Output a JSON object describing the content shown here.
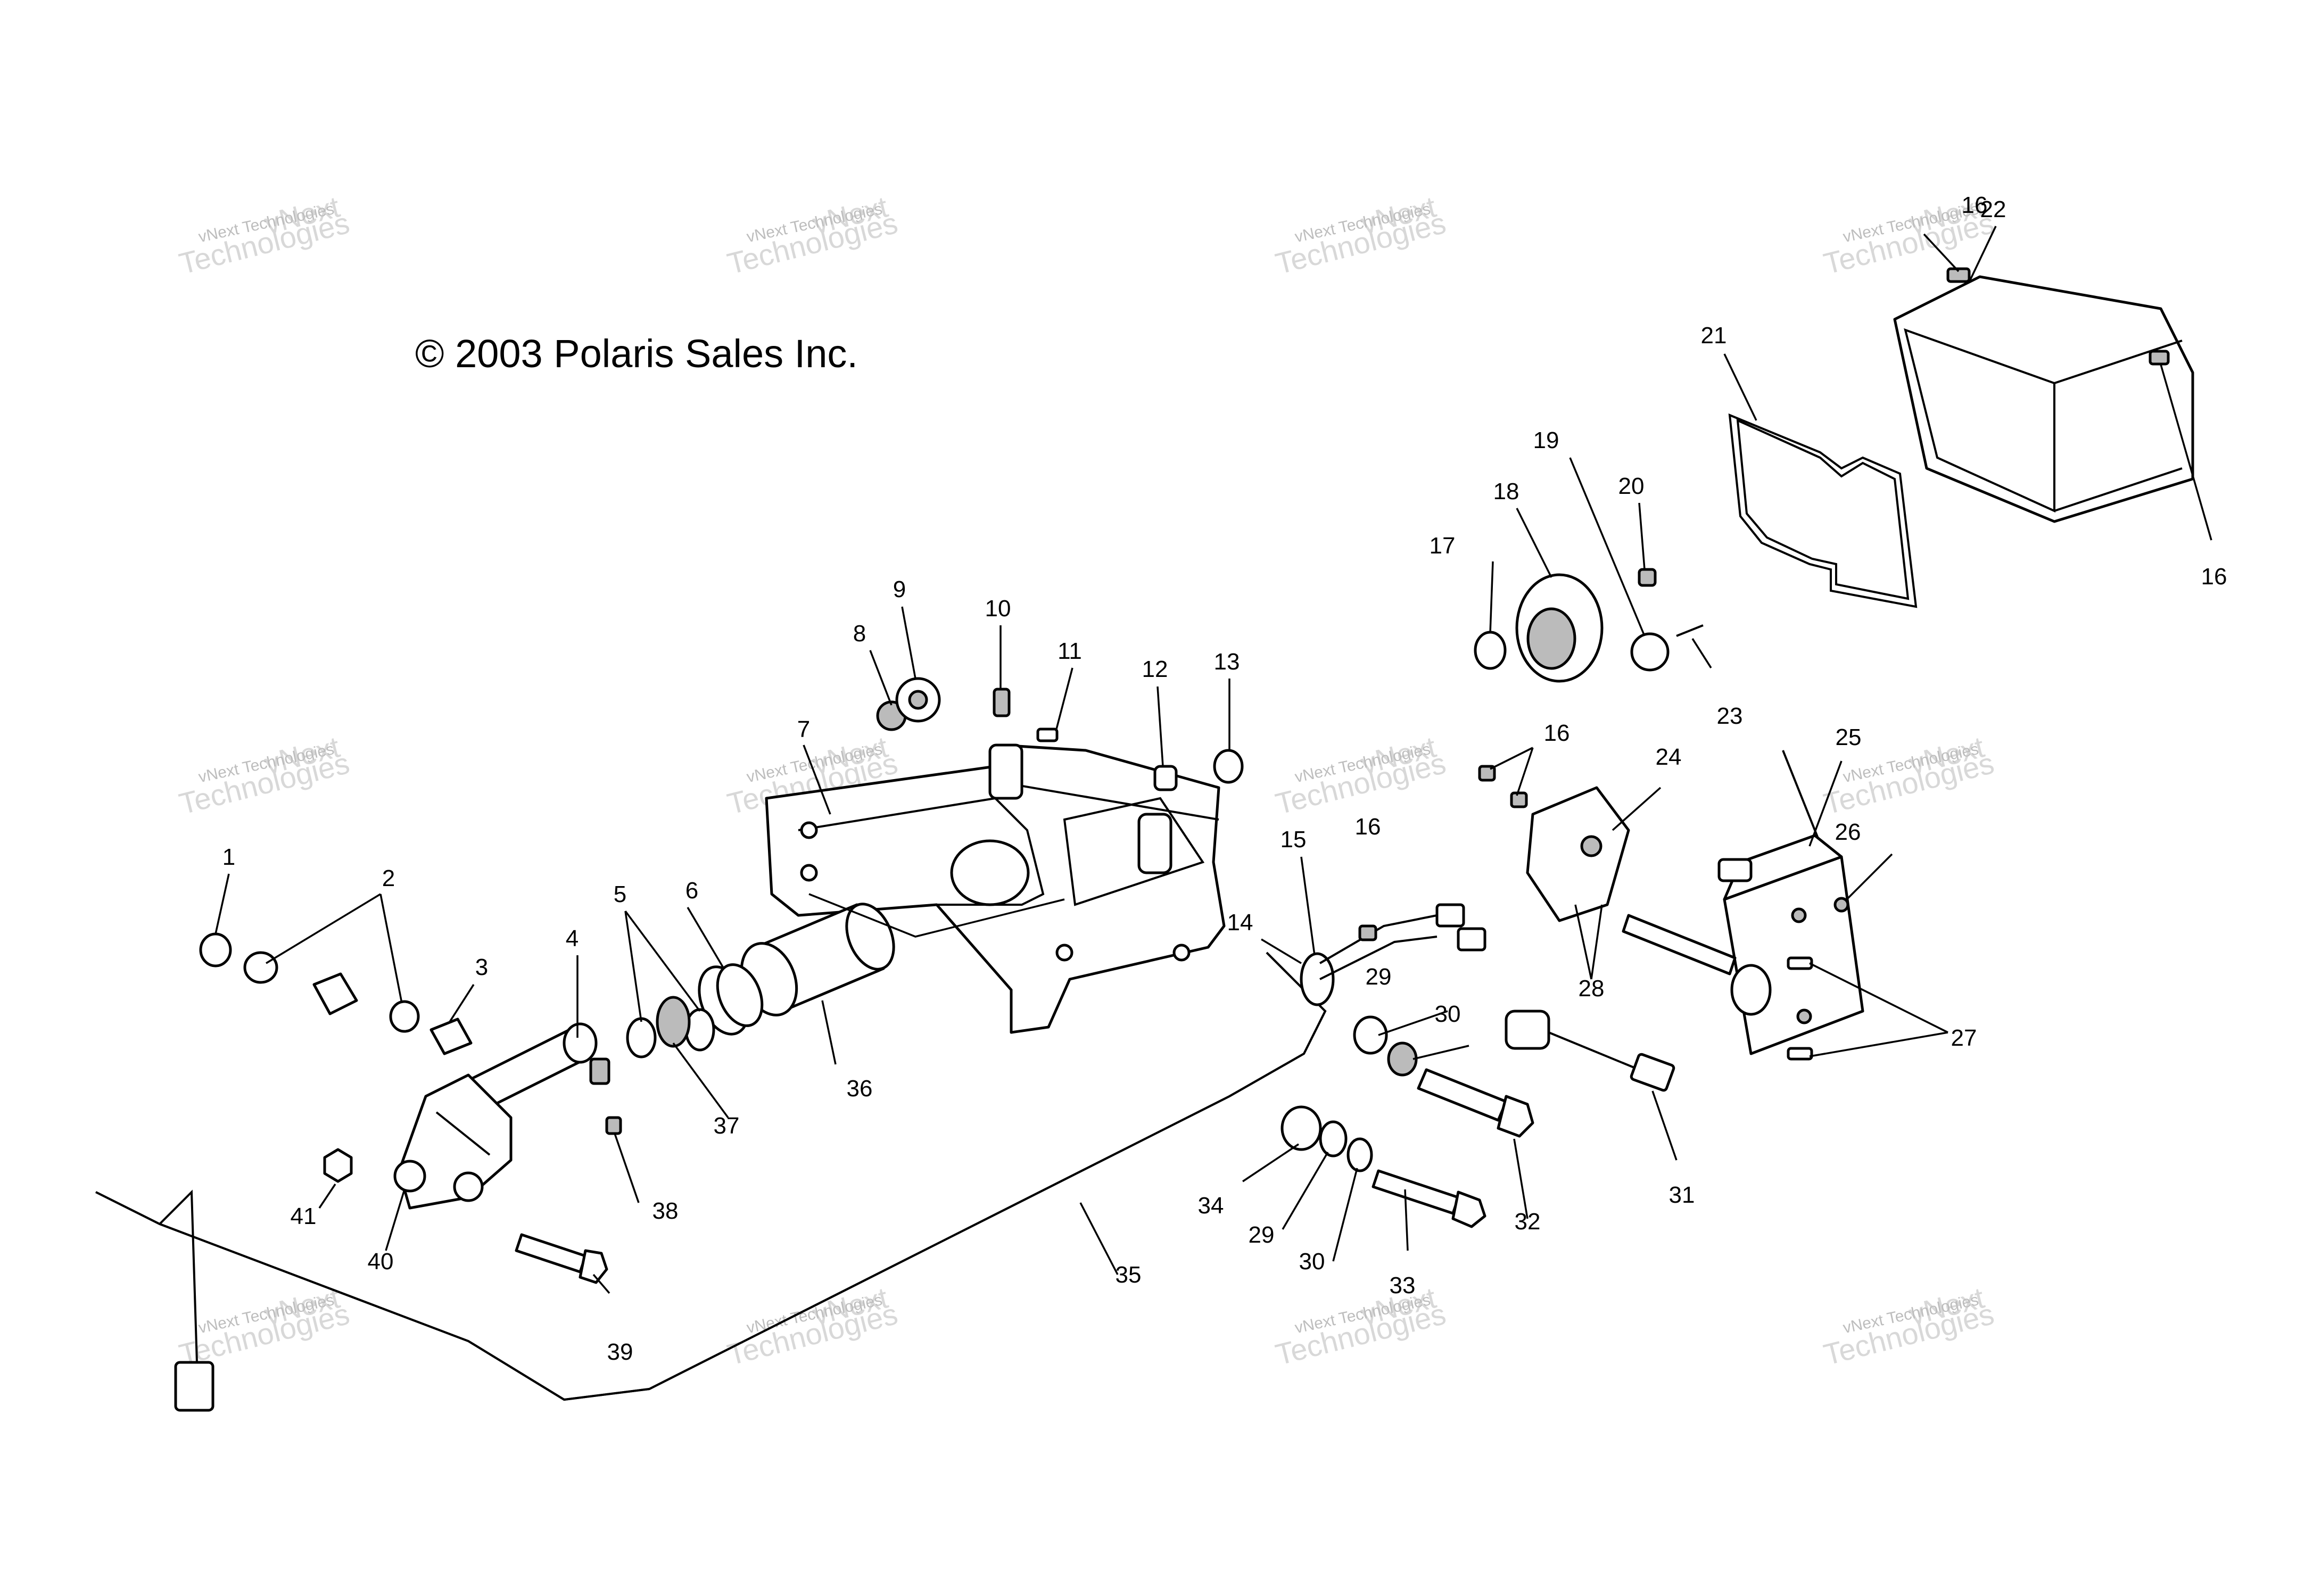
{
  "copyright": "© 2003 Polaris Sales Inc.",
  "watermark": {
    "line1": "vNext",
    "line2": "vNext Technologies",
    "line3": "Technologies"
  },
  "callouts": [
    "1",
    "2",
    "3",
    "4",
    "5",
    "6",
    "7",
    "8",
    "9",
    "10",
    "11",
    "12",
    "13",
    "14",
    "15",
    "16",
    "16",
    "16",
    "16",
    "17",
    "18",
    "19",
    "20",
    "21",
    "22",
    "23",
    "24",
    "25",
    "26",
    "27",
    "28",
    "29",
    "29",
    "30",
    "30",
    "31",
    "32",
    "33",
    "34",
    "35",
    "36",
    "37",
    "38",
    "39",
    "40",
    "41"
  ]
}
